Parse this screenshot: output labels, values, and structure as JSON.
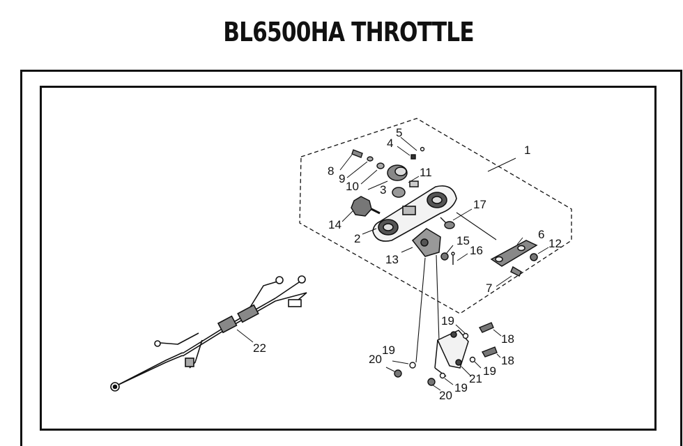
{
  "title": "BL6500HA THROTTLE",
  "callouts": {
    "c1": "1",
    "c2": "2",
    "c3": "3",
    "c4": "4",
    "c5": "5",
    "c6": "6",
    "c7": "7",
    "c8": "8",
    "c9": "9",
    "c10": "10",
    "c11": "11",
    "c12": "12",
    "c13": "13",
    "c14": "14",
    "c15": "15",
    "c16": "16",
    "c17": "17",
    "c18a": "18",
    "c18b": "18",
    "c19a": "19",
    "c19b": "19",
    "c19c": "19",
    "c19d": "19",
    "c20a": "20",
    "c20b": "20",
    "c21": "21",
    "c22": "22"
  }
}
